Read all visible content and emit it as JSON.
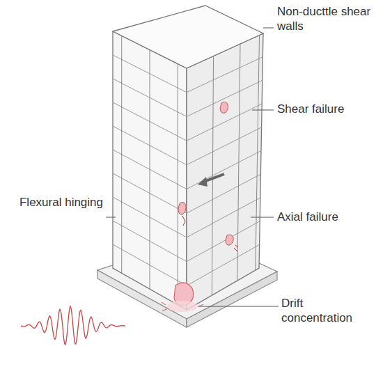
{
  "diagram": {
    "labels": [
      "Non-ducttle shear walls",
      "Shear failure",
      "Flexural hinging",
      "Axial failure",
      "Drift concentration"
    ]
  }
}
